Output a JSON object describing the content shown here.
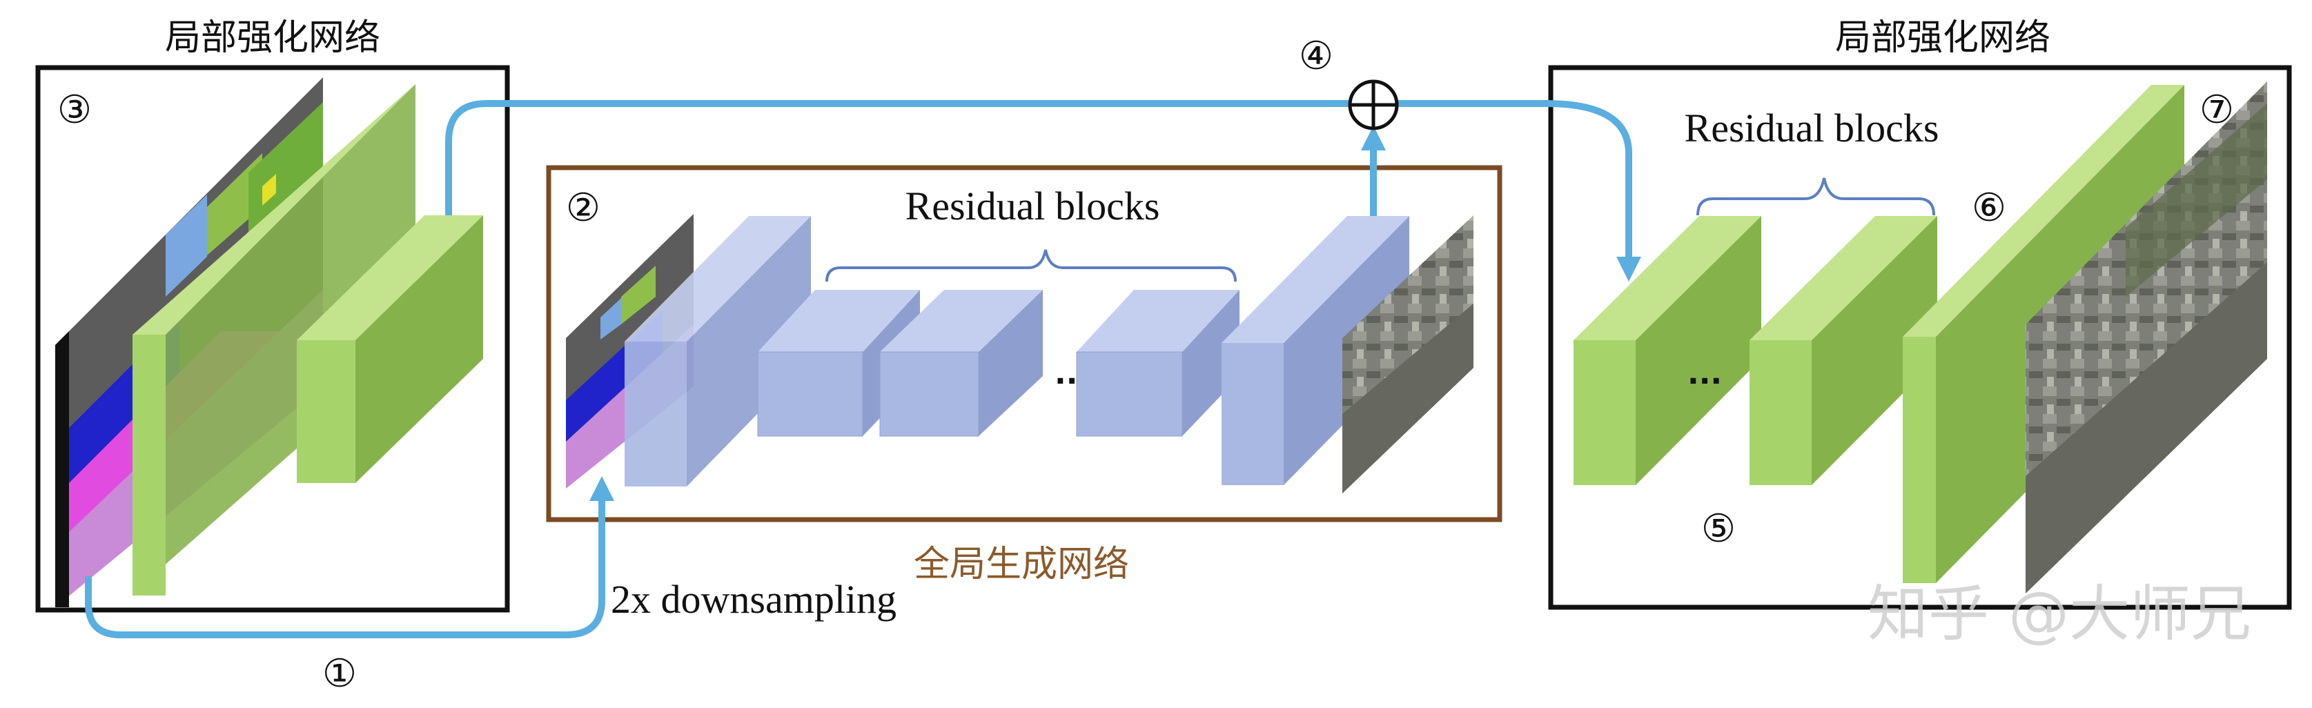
{
  "local_left": {
    "title": "局部强化网络",
    "number": "③"
  },
  "local_right": {
    "title": "局部强化网络",
    "number": "⑦"
  },
  "global": {
    "title": "全局生成网络",
    "number": "②"
  },
  "residual_left": {
    "label": "Residual blocks"
  },
  "residual_right": {
    "label": "Residual blocks"
  },
  "labels": {
    "n1": "①",
    "n4": "④",
    "n5": "⑤",
    "n6": "⑥",
    "downsampling": "2x downsampling",
    "ellipsis_blue": "...",
    "ellipsis_green": "..."
  },
  "watermark": "知乎 @大师兄",
  "colors": {
    "green_front": "#a6d46a",
    "green_side": "#86b24c",
    "green_top": "#c3e38c",
    "blue_front": "#a9b8e2",
    "blue_side": "#8e9fcf",
    "blue_top": "#c4cff0",
    "arrow": "#5aaee0",
    "frame_local": "#111111",
    "frame_global": "#7a4b24",
    "global_label": "#8b5a2b",
    "brace": "#5b7fc3"
  }
}
